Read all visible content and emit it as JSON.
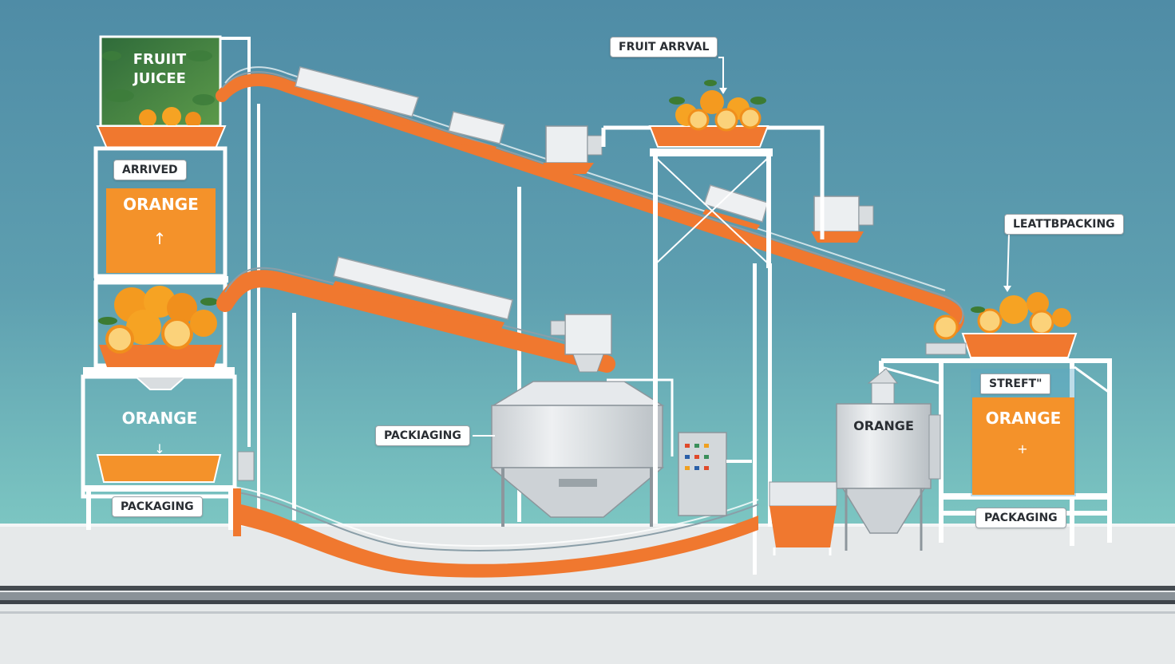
{
  "labels": {
    "juice_sign_line1": "FRUIIT",
    "juice_sign_line2": "JUICEE",
    "arrived": "ARRIVED",
    "orange_left_upper": "ORANGE",
    "orange_left_lower": "ORANGE",
    "packaging_left": "PACKAGING",
    "fruit_arrival": "FRUIT ARRVAL",
    "packaging_center": "PACKIAGING",
    "leattbpacking": "LEATTBPACKING",
    "orange_machine": "ORANGE",
    "strett": "STREFT\"",
    "orange_right": "ORANGE",
    "packaging_right": "PACKAGING"
  },
  "colors": {
    "sky_top": "#4f8ca6",
    "sky_bottom": "#7cc2c0",
    "orange": "#f0782f",
    "orange_panel": "#f4922a",
    "steel": "#d9dde0",
    "frame": "#ffffff",
    "floor": "#e6e9ea"
  }
}
